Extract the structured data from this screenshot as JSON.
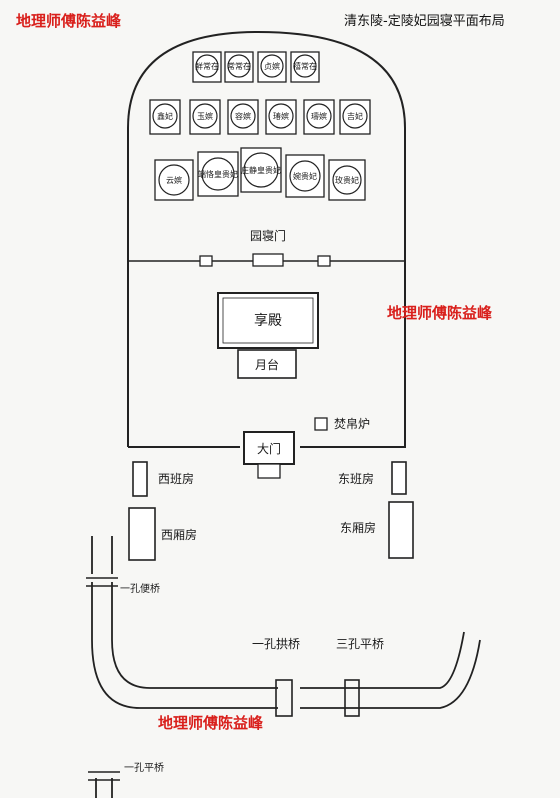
{
  "title": "清东陵-定陵妃园寝平面布局",
  "watermark": "地理师傅陈益峰",
  "tombs": {
    "row1": [
      "鲜常在",
      "常常在",
      "贞嫔",
      "禧常在"
    ],
    "row2": [
      "鑫妃",
      "玉嫔",
      "容嫔",
      "瑃嫔",
      "璹嫔",
      "吉妃"
    ],
    "row3": [
      "云嫔",
      "端恪皇贵妃",
      "庄静皇贵妃",
      "婉贵妃",
      "玫贵妃"
    ]
  },
  "labels": {
    "garden_gate": "园寝门",
    "hall": "享殿",
    "platform": "月台",
    "burner": "焚帛炉",
    "main_gate": "大门",
    "west_duty": "西班房",
    "east_duty": "东班房",
    "west_wing": "西厢房",
    "east_wing": "东厢房",
    "bridge_one_hole_convenience": "一孔便桥",
    "bridge_one_hole_arch": "一孔拱桥",
    "bridge_three_hole_flat": "三孔平桥",
    "bridge_one_hole_flat": "一孔平桥"
  }
}
